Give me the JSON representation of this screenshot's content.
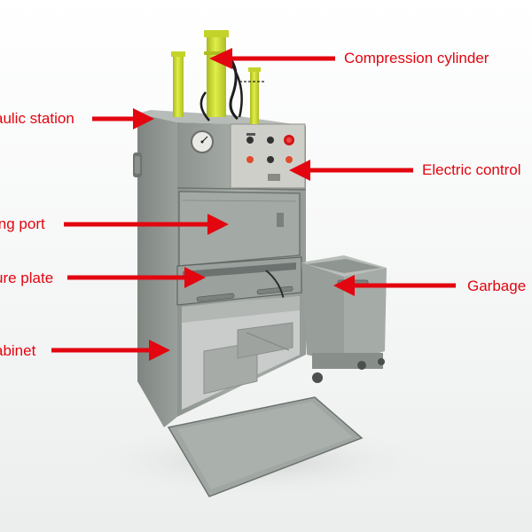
{
  "labels": {
    "compression_cylinder": "Compression cylinder",
    "hydraulic_station": "aulic station",
    "electric_control": "Electric control",
    "feeding_port": "ing port",
    "pressure_plate": "ure plate",
    "garbage": "Garbage",
    "cabinet": "abinet"
  },
  "colors": {
    "label_red": "#e3050f",
    "machine_gray": "#9ea49f",
    "cylinder_yellow": "#cfe12b",
    "panel_gray": "#c9c9c4"
  }
}
